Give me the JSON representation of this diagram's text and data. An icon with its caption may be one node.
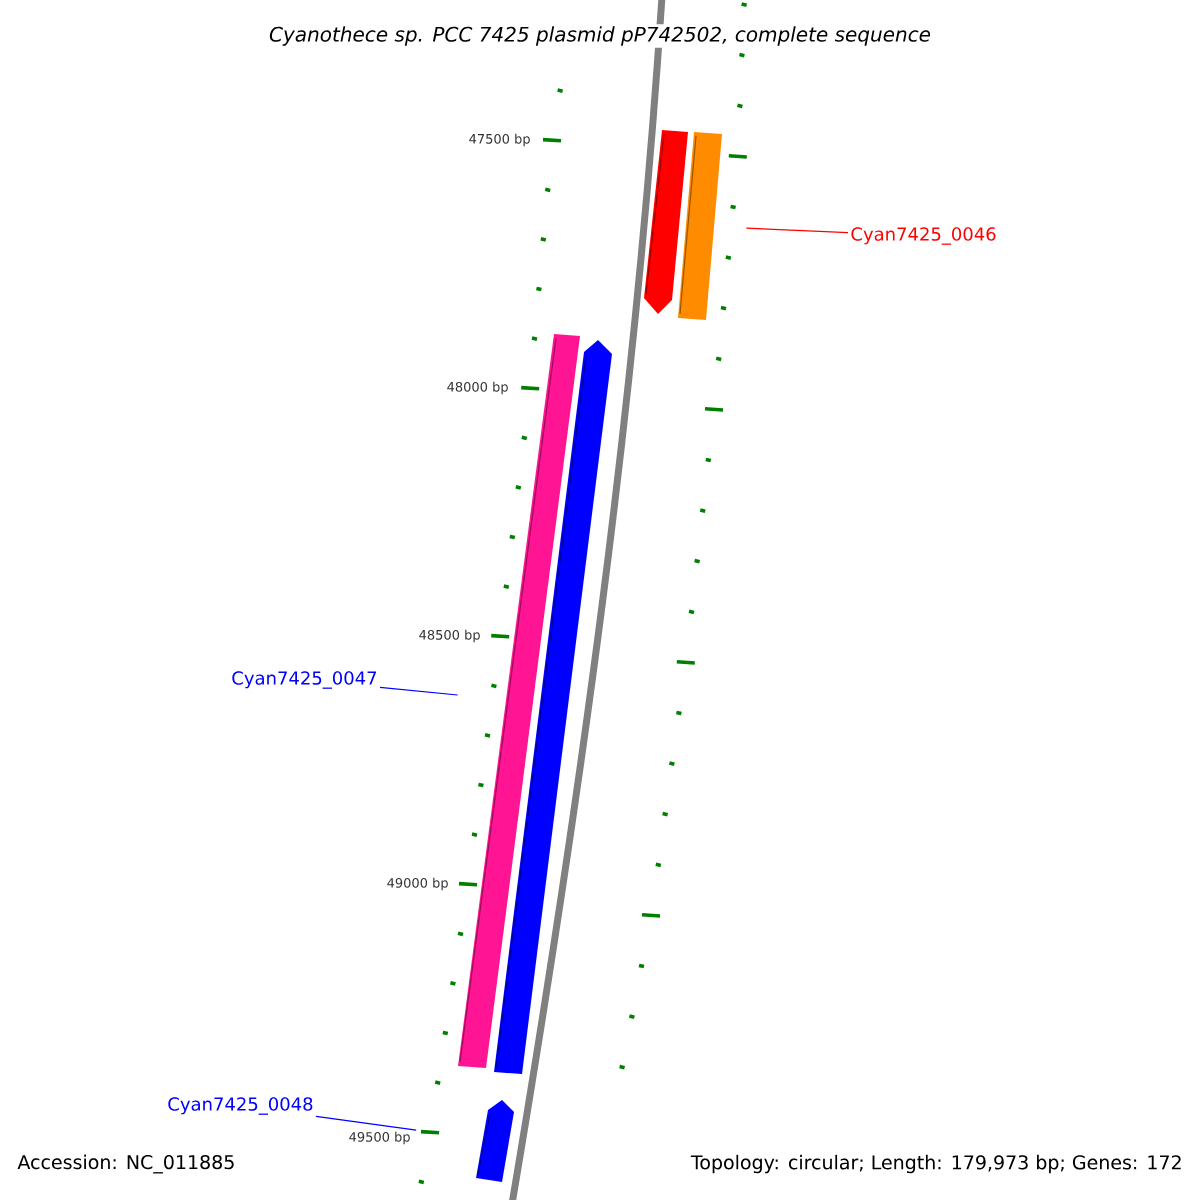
{
  "diagram": {
    "title": "Cyanothece sp. PCC 7425 plasmid pP742502, complete sequence",
    "nodes": [
      {
        "text": [],
        "shape": "bar"
      },
      {
        "text": [],
        "shape": "bar"
      },
      {
        "text": [
          "Cyan7425_0046"
        ]
      },
      {
        "text": [],
        "shape": "bar"
      },
      {
        "text": [],
        "shape": "bar"
      },
      {
        "text": [
          "Cyan7425_0047"
        ]
      },
      {
        "text": [],
        "shape": "bar"
      },
      {
        "text": [
          "Cyan7425_0048"
        ]
      }
    ],
    "edges": [
      {
        "from": 2,
        "to": 1,
        "arrow": "none",
        "color": "#ff0000"
      },
      {
        "from": 5,
        "to": 3,
        "arrow": "none",
        "color": "#0000ff"
      },
      {
        "from": 7,
        "to": 6,
        "arrow": "none",
        "color": "#0000ff"
      }
    ],
    "labels": [
      "47500 bp",
      "48000 bp",
      "48500 bp",
      "49000 bp",
      "49500 bp",
      "Accession: NC_011885",
      "Topology: circular; Length: 179,973 bp; Genes: 172"
    ]
  }
}
